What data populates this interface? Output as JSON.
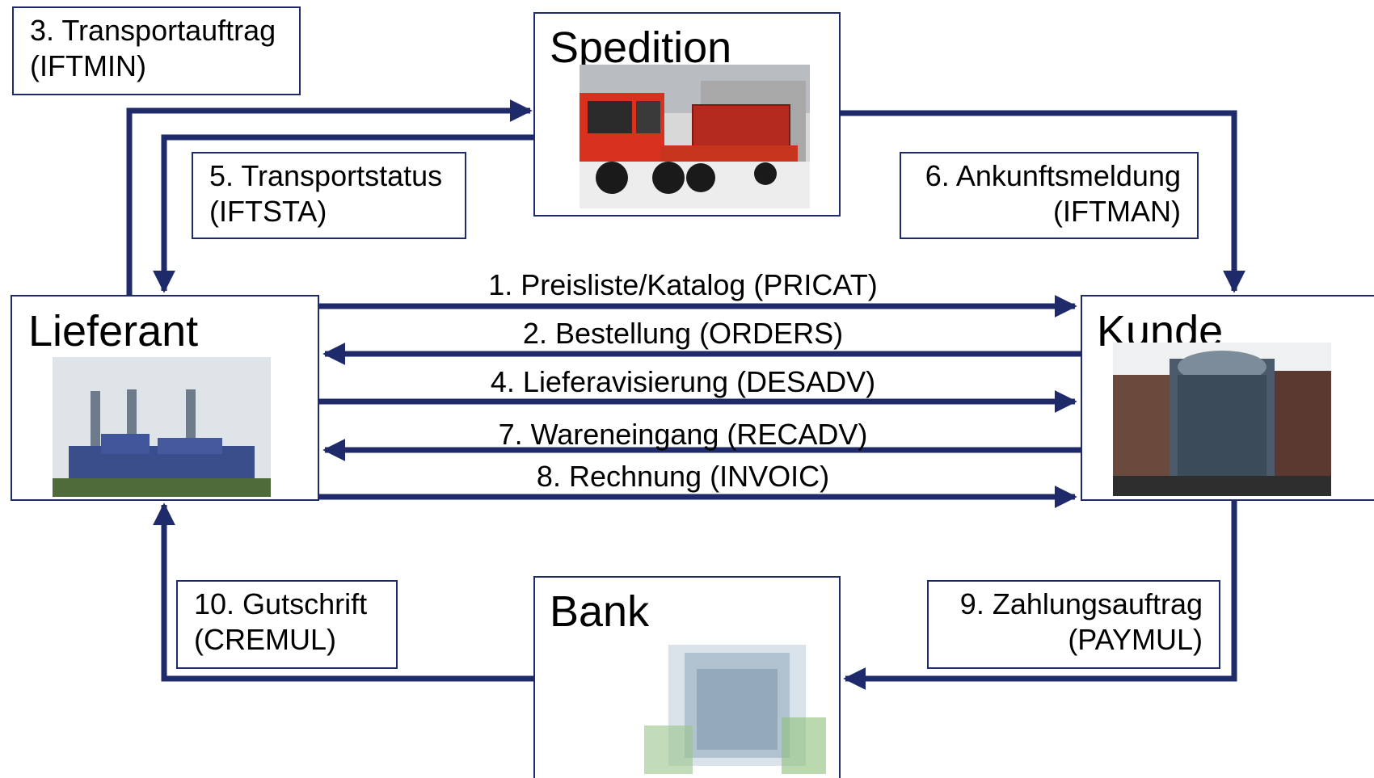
{
  "entities": {
    "spedition": {
      "title": "Spedition",
      "image": "truck-image"
    },
    "lieferant": {
      "title": "Lieferant",
      "image": "factory-image"
    },
    "kunde": {
      "title": "Kunde",
      "image": "building-image"
    },
    "bank": {
      "title": "Bank",
      "image": "bank-building-image"
    }
  },
  "messages": [
    {
      "id": "pricat",
      "text": "1. Preisliste/Katalog (PRICAT)",
      "from": "Lieferant",
      "to": "Kunde"
    },
    {
      "id": "orders",
      "text": "2. Bestellung (ORDERS)",
      "from": "Kunde",
      "to": "Lieferant"
    },
    {
      "id": "iftmin",
      "line1": "3. Transportauftrag",
      "line2": "(IFTMIN)",
      "from": "Lieferant",
      "to": "Spedition"
    },
    {
      "id": "desadv",
      "text": "4. Lieferavisierung (DESADV)",
      "from": "Lieferant",
      "to": "Kunde"
    },
    {
      "id": "iftsta",
      "line1": "5. Transportstatus",
      "line2": "(IFTSTA)",
      "from": "Spedition",
      "to": "Lieferant"
    },
    {
      "id": "iftman",
      "line1": "6. Ankunftsmeldung",
      "line2": "(IFTMAN)",
      "from": "Spedition",
      "to": "Kunde"
    },
    {
      "id": "recadv",
      "text": "7. Wareneingang (RECADV)",
      "from": "Kunde",
      "to": "Lieferant"
    },
    {
      "id": "invoic",
      "text": "8. Rechnung (INVOIC)",
      "from": "Lieferant",
      "to": "Kunde"
    },
    {
      "id": "paymul",
      "line1": "9. Zahlungsauftrag",
      "line2": "(PAYMUL)",
      "from": "Kunde",
      "to": "Bank"
    },
    {
      "id": "cremul",
      "line1": "10. Gutschrift",
      "line2": "(CREMUL)",
      "from": "Bank",
      "to": "Lieferant"
    }
  ],
  "colors": {
    "arrow": "#1f2a6b",
    "border": "#1f2a6b"
  }
}
